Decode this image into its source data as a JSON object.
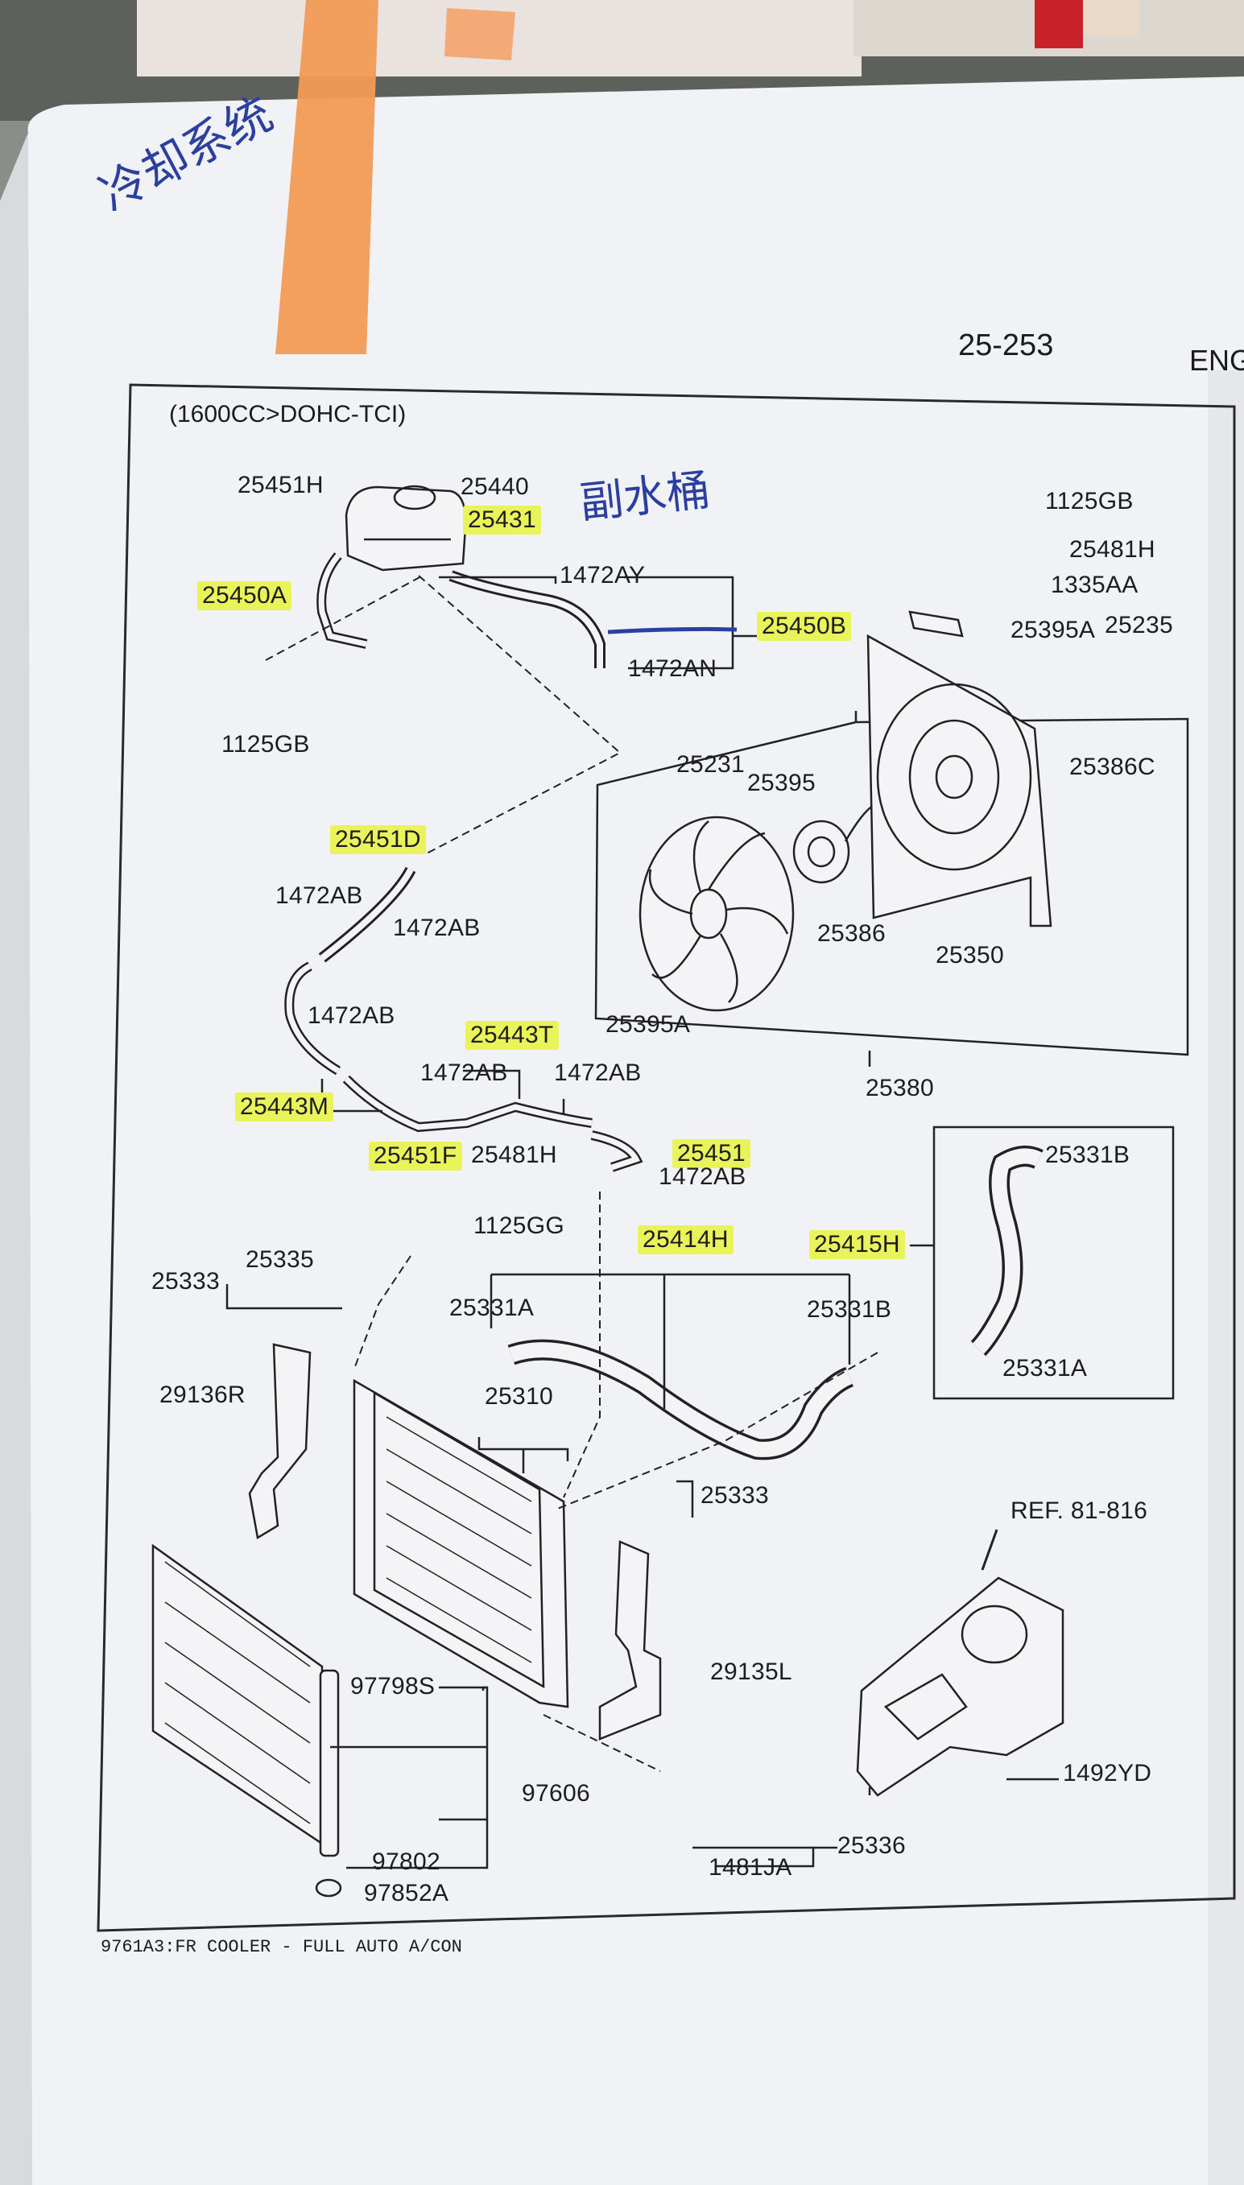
{
  "page": {
    "number": "25-253",
    "section": "ENG"
  },
  "handwriting": {
    "top_left": "冷却系统",
    "reservoir_note": "副水桶"
  },
  "diagram": {
    "engine_spec": "(1600CC>DOHC-TCI)",
    "footer_note": "9761A3:FR COOLER - FULL AUTO A/CON",
    "ref_label": "REF. 81-816"
  },
  "colors": {
    "highlight": "#e9f35a",
    "ink": "#1d1d1d",
    "pen": "#2b3f9e",
    "tape": "#f29a55",
    "paper": "#f1f2f6"
  },
  "labels": [
    {
      "text": "25451H",
      "highlight": false
    },
    {
      "text": "25440",
      "highlight": false
    },
    {
      "text": "25431",
      "highlight": true
    },
    {
      "text": "25450A",
      "highlight": true
    },
    {
      "text": "1472AY",
      "highlight": false
    },
    {
      "text": "25450B",
      "highlight": true
    },
    {
      "text": "1472AN",
      "highlight": false
    },
    {
      "text": "1125GB",
      "highlight": false
    },
    {
      "text": "1125GB",
      "highlight": false
    },
    {
      "text": "25481H",
      "highlight": false
    },
    {
      "text": "1335AA",
      "highlight": false
    },
    {
      "text": "25395A",
      "highlight": false
    },
    {
      "text": "25235",
      "highlight": false
    },
    {
      "text": "25386C",
      "highlight": false
    },
    {
      "text": "25231",
      "highlight": false
    },
    {
      "text": "25395",
      "highlight": false
    },
    {
      "text": "25386",
      "highlight": false
    },
    {
      "text": "25350",
      "highlight": false
    },
    {
      "text": "25395A",
      "highlight": false
    },
    {
      "text": "25380",
      "highlight": false
    },
    {
      "text": "25451D",
      "highlight": true
    },
    {
      "text": "1472AB",
      "highlight": false
    },
    {
      "text": "1472AB",
      "highlight": false
    },
    {
      "text": "1472AB",
      "highlight": false
    },
    {
      "text": "25443T",
      "highlight": true
    },
    {
      "text": "25443M",
      "highlight": true
    },
    {
      "text": "1472AB",
      "highlight": false
    },
    {
      "text": "1472AB",
      "highlight": false
    },
    {
      "text": "25451F",
      "highlight": true
    },
    {
      "text": "25481H",
      "highlight": false
    },
    {
      "text": "25451",
      "highlight": true
    },
    {
      "text": "1472AB",
      "highlight": false
    },
    {
      "text": "25331B",
      "highlight": false
    },
    {
      "text": "25333",
      "highlight": false
    },
    {
      "text": "25335",
      "highlight": false
    },
    {
      "text": "1125GG",
      "highlight": false
    },
    {
      "text": "25414H",
      "highlight": true
    },
    {
      "text": "25415H",
      "highlight": true
    },
    {
      "text": "25331A",
      "highlight": false
    },
    {
      "text": "25331B",
      "highlight": false
    },
    {
      "text": "25331A",
      "highlight": false
    },
    {
      "text": "29136R",
      "highlight": false
    },
    {
      "text": "25310",
      "highlight": false
    },
    {
      "text": "25333",
      "highlight": false
    },
    {
      "text": "29135L",
      "highlight": false
    },
    {
      "text": "97798S",
      "highlight": false
    },
    {
      "text": "97606",
      "highlight": false
    },
    {
      "text": "97802",
      "highlight": false
    },
    {
      "text": "97852A",
      "highlight": false
    },
    {
      "text": "25336",
      "highlight": false
    },
    {
      "text": "1481JA",
      "highlight": false
    },
    {
      "text": "1492YD",
      "highlight": false
    }
  ]
}
